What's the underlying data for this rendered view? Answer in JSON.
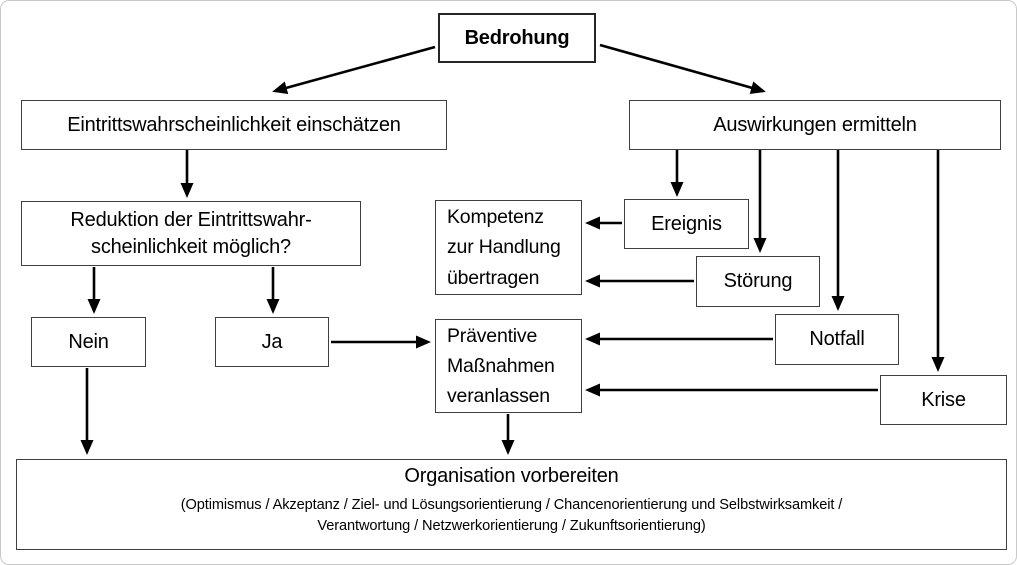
{
  "diagram": {
    "title_node": "Bedrohung",
    "nodes": {
      "bedrohung": {
        "label": "Bedrohung"
      },
      "eintrittswahrscheinlichkeit": {
        "label": "Eintrittswahrscheinlichkeit einschätzen"
      },
      "auswirkungen": {
        "label": "Auswirkungen ermitteln"
      },
      "reduktion": {
        "line1": "Reduktion der Eintrittswahr-",
        "line2": "scheinlichkeit möglich?"
      },
      "kompetenz": {
        "line1": "Kompetenz",
        "line2": "zur Handlung",
        "line3": "übertragen"
      },
      "ereignis": {
        "label": "Ereignis"
      },
      "stoerung": {
        "label": "Störung"
      },
      "nein": {
        "label": "Nein"
      },
      "ja": {
        "label": "Ja"
      },
      "praeventive": {
        "line1": "Präventive",
        "line2": "Maßnahmen",
        "line3": "veranlassen"
      },
      "notfall": {
        "label": "Notfall"
      },
      "krise": {
        "label": "Krise"
      },
      "organisation": {
        "title": "Organisation vorbereiten",
        "subtitle_line1": "(Optimismus / Akzeptanz / Ziel- und Lösungsorientierung / Chancenorientierung und Selbstwirksamkeit /",
        "subtitle_line2": "Verantwortung / Netzwerkorientierung / Zukunftsorientierung)"
      }
    },
    "colors": {
      "background": "#ffffff",
      "box_border": "#3f3f3f",
      "text": "#000000",
      "arrow": "#000000",
      "frame_border": "#c9c9c9"
    }
  }
}
